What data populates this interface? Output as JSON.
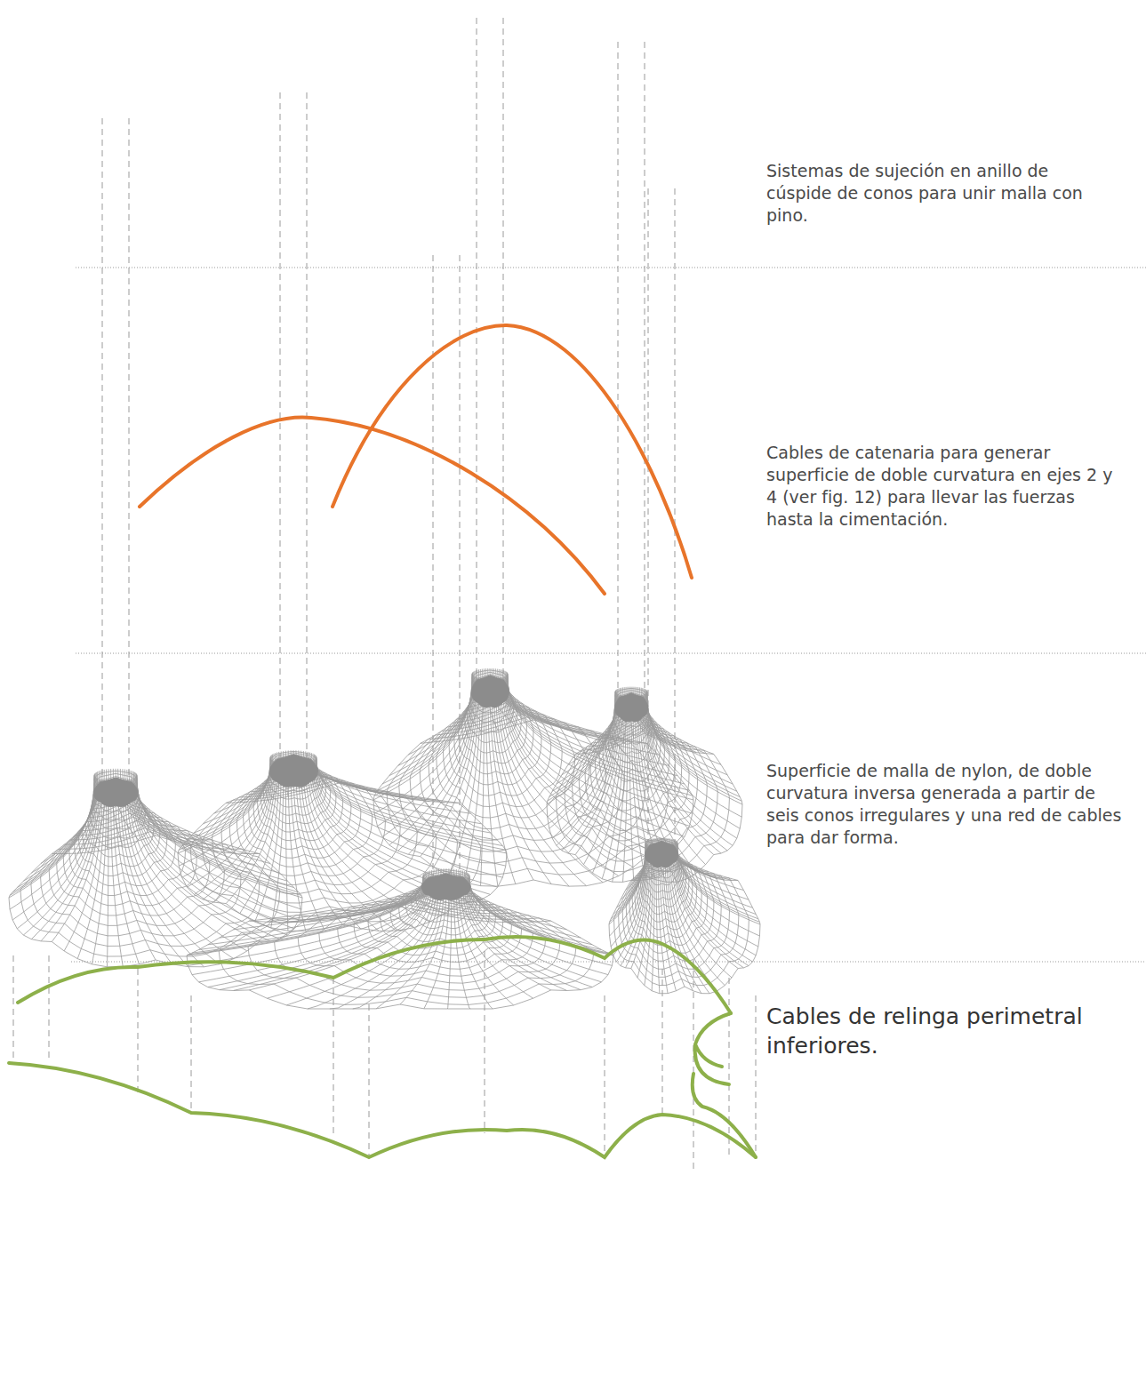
{
  "diagram": {
    "labels": [
      "Sistemas de sujeción en anillo de cúspide de conos para unir malla con pino.",
      "Cables de catenaria para generar superficie de doble curvatura en ejes 2 y 4 (ver fig. 12) para llevar las fuerzas hasta la cimentación.",
      "Superficie de malla de nylon, de doble curvatura inversa generada a partir de seis conos irregulares y una red de cables para dar forma.",
      "Cables de relinga perimetral inferiores."
    ]
  }
}
